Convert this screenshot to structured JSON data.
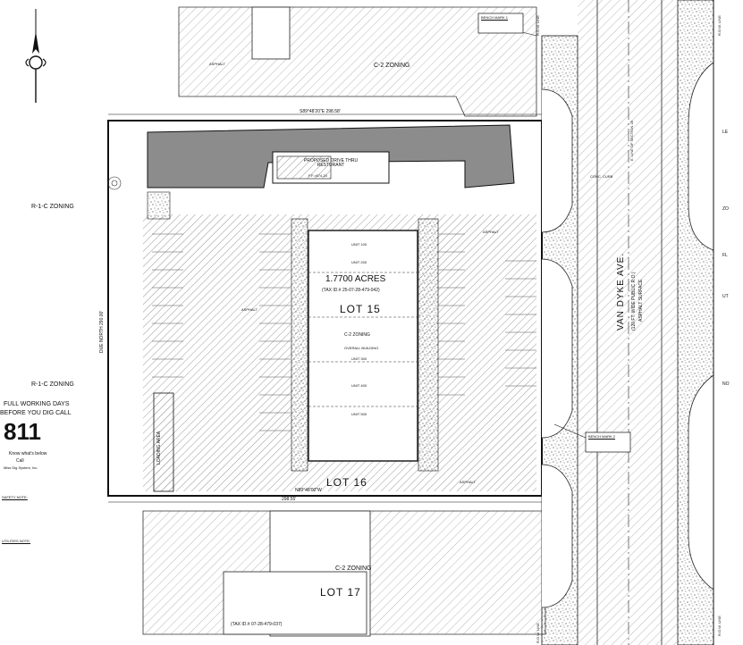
{
  "zoning": {
    "c2_top": "C-2 ZONING",
    "c2_bottom": "C-2 ZONING",
    "c2_center": "C-2 ZONING",
    "r1c_upper": "R-1-C ZONING",
    "r1c_lower": "R-1-C ZONING"
  },
  "site": {
    "acres": "1.7700 ACRES",
    "tax_id": "(TAX ID.# 25-07-28-479-042)",
    "lot": "LOT 15",
    "lot_16": "LOT 16",
    "lot_17": "LOT 17",
    "tax_id_south": "(TAX ID.# 07-28-479-037)",
    "bearing_north": "S89°48'20\"E   298.58'",
    "bearing_south": "N89°48'00\"W",
    "dist_south": "298.55'",
    "west_line": "DUE NORTH   290.00'",
    "loading": "LOADING AREA"
  },
  "building": {
    "name": "PROPOSED DRIVE THRU RESTURANT",
    "ff": "F.F.=674.20",
    "units": [
      "UNIT 100",
      "UNIT 200",
      "UNIT 300",
      "UNIT 400",
      "UNIT 500"
    ],
    "tenant_note": "OVERALL BUILDING"
  },
  "surface": {
    "asphalt": "ASPHALT",
    "concrete_curb": "CONC. CURB"
  },
  "road": {
    "name": "VAN DYKE AVE.",
    "sub1": "(120 FT. WIDE PUBLIC R.O.)",
    "sub2": "ASPHALT SURFACE",
    "row_line": "R.O.W. LINE",
    "centerline": "E. LINE OF SECTION 28"
  },
  "benchmarks": {
    "bm1": "BENCH MARK 1",
    "bm2": "BENCH MARK 2"
  },
  "miss_dig": {
    "line1": "FULL WORKING DAYS",
    "line2": "BEFORE YOU DIG CALL",
    "number": "811",
    "tag": "Know what's below",
    "call": "Call",
    "system": "Miss Dig System, Inc."
  },
  "notes": {
    "safety": "SAFETY NOTE:",
    "utilities": "UTILITIES NOTE:"
  },
  "legend": {
    "partials": [
      "LE",
      "ZO",
      "FL",
      "UT",
      "NO"
    ]
  },
  "colors": {
    "drive_fill": "#8c8c8c",
    "hatch": "#9a9a9a",
    "line": "#111111"
  }
}
